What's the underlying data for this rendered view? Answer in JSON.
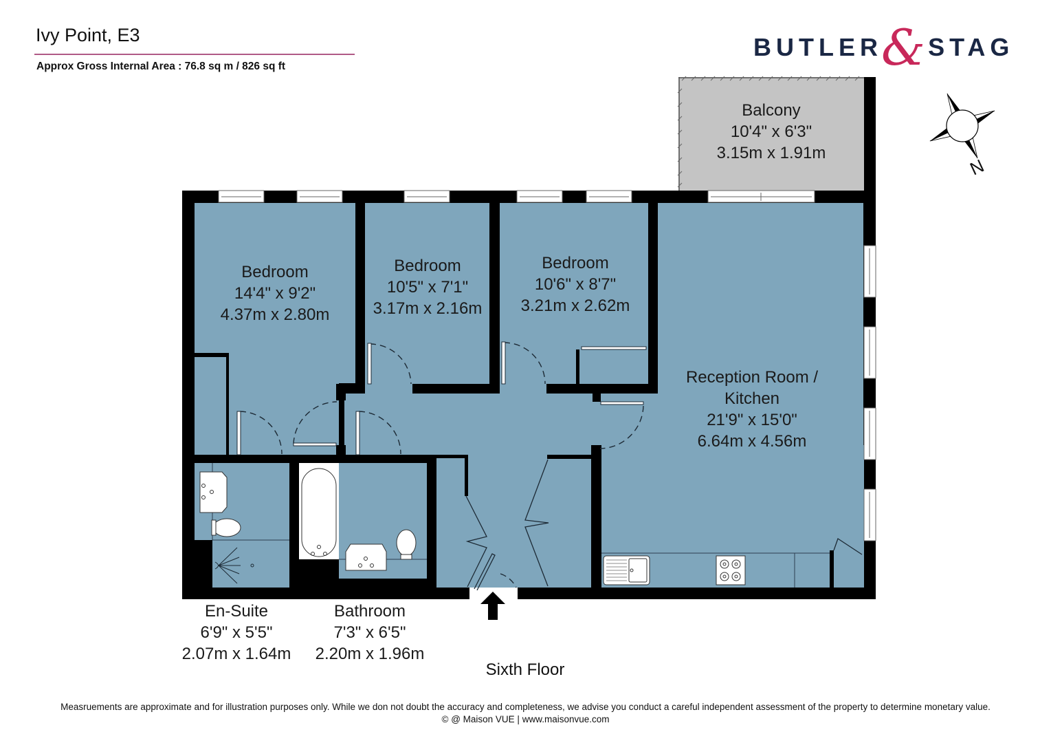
{
  "header": {
    "title": "Ivy Point, E3",
    "area": "Approx Gross Internal Area : 76.8 sq m / 826 sq ft"
  },
  "brand": {
    "left_word": "BUTLER",
    "ampersand": "&",
    "right_word": "STAG",
    "colors": {
      "text": "#1a2744",
      "ampersand": "#c8285a"
    }
  },
  "compass": {
    "label": "N"
  },
  "rooms": [
    {
      "name": "Balcony",
      "imperial": "10'4\" x 6'3\"",
      "metric": "3.15m x 1.91m"
    },
    {
      "name": "Bedroom",
      "imperial": "14'4\" x 9'2\"",
      "metric": "4.37m x 2.80m"
    },
    {
      "name": "Bedroom",
      "imperial": "10'5\" x 7'1\"",
      "metric": "3.17m x 2.16m"
    },
    {
      "name": "Bedroom",
      "imperial": "10'6\" x 8'7\"",
      "metric": "3.21m x 2.62m"
    },
    {
      "name": "Reception Room /",
      "name2": "Kitchen",
      "imperial": "21'9\" x 15'0\"",
      "metric": "6.64m x 4.56m"
    },
    {
      "name": "En-Suite",
      "imperial": "6'9\" x 5'5\"",
      "metric": "2.07m x 1.64m"
    },
    {
      "name": "Bathroom",
      "imperial": "7'3\" x 6'5\"",
      "metric": "2.20m x 1.96m"
    }
  ],
  "floor": "Sixth Floor",
  "colors": {
    "room_fill": "#7fa6bc",
    "balcony_fill": "#c4c4c4",
    "wall": "#000000",
    "accent_rule": "#b05a86"
  },
  "footer": {
    "disclaimer": "Measruements are approximate and for illustration purposes only. While we don not doubt the accuracy and completeness, we advise you conduct a careful independent assessment of the property to determine monetary value.",
    "copyright": "© @ Maison VUE | www.maisonvue.com"
  }
}
